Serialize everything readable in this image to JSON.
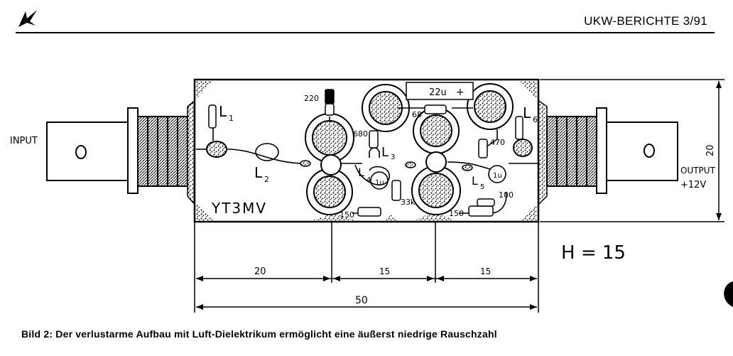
{
  "header": {
    "publication": "UKW-BERICHTE 3/91"
  },
  "labels": {
    "input": "INPUT",
    "output": "OUTPUT",
    "supply": "+12V",
    "transistor": "YT3MV",
    "height_note": "H = 15",
    "L1": "L",
    "L1_sub": "1",
    "L2": "L",
    "L2_sub": "2",
    "L3": "L",
    "L3_sub": "3",
    "L4": "L",
    "L4_sub": "4",
    "L5": "L",
    "L5_sub": "5",
    "L6": "L",
    "L6_sub": "6",
    "c_220": "220",
    "c_680": "680",
    "c_68": "68",
    "c_22u": "22u",
    "c_plus": "+",
    "r_470": "470",
    "r_33k": "33k",
    "r_150_left": "150",
    "r_150_right": "150",
    "r_100": "100",
    "ch_left": "1u",
    "ch_right": "1u"
  },
  "dimensions": {
    "seg1": "20",
    "seg2": "15",
    "seg3": "15",
    "total": "50",
    "side": "20"
  },
  "caption": "Bild 2: Der verlustarme Aufbau mit Luft-Dielektrikum ermöglicht eine äußerst niedrige Rauschzahl"
}
